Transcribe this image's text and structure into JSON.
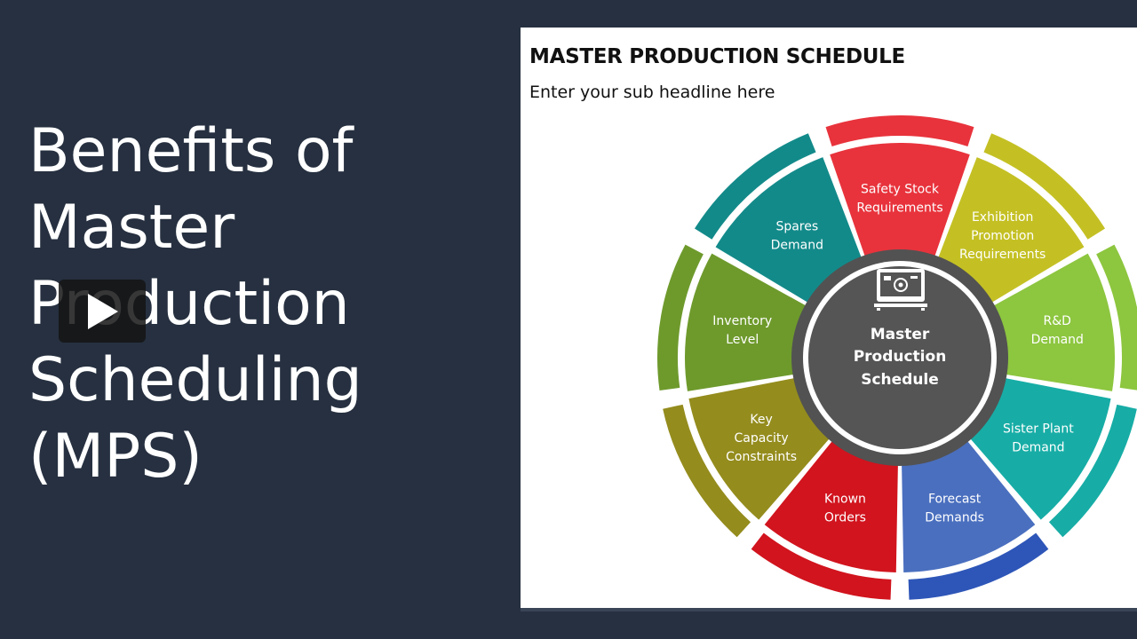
{
  "left": {
    "title_lines": [
      "Benefits of",
      "Master",
      "Production",
      "Scheduling",
      "(MPS)"
    ]
  },
  "player": {
    "icon": "play-icon"
  },
  "slide": {
    "title": "MASTER PRODUCTION SCHEDULE",
    "subtitle": "Enter your sub headline here",
    "center": {
      "icon": "production-machine-icon",
      "lines": [
        "Master",
        "Production",
        "Schedule"
      ]
    },
    "segments": [
      {
        "lines": [
          "Safety Stock",
          "Requirements"
        ],
        "color": "#E8333C",
        "outer": "#E8333C"
      },
      {
        "lines": [
          "Exhibition",
          "Promotion",
          "Requirements"
        ],
        "color": "#C4C024",
        "outer": "#C4C024"
      },
      {
        "lines": [
          "R&D",
          "Demand"
        ],
        "color": "#8DC63F",
        "outer": "#8DC63F"
      },
      {
        "lines": [
          "Sister Plant",
          "Demand"
        ],
        "color": "#17ADA6",
        "outer": "#17ADA6"
      },
      {
        "lines": [
          "Forecast",
          "Demands"
        ],
        "color": "#4A6FBF",
        "outer": "#2E56B8"
      },
      {
        "lines": [
          "Known",
          "Orders"
        ],
        "color": "#D1141E",
        "outer": "#D1141E"
      },
      {
        "lines": [
          "Key",
          "Capacity",
          "Constraints"
        ],
        "color": "#948C1D",
        "outer": "#948C1D"
      },
      {
        "lines": [
          "Inventory",
          "Level"
        ],
        "color": "#6E9A2C",
        "outer": "#6E9A2C"
      },
      {
        "lines": [
          "Spares",
          "Demand"
        ],
        "color": "#138A8A",
        "outer": "#138A8A"
      }
    ],
    "colors": {
      "hub_ring": "#525252",
      "hub_core": "#555555",
      "panel_bg": "#ffffff",
      "page_bg": "#263040"
    }
  }
}
